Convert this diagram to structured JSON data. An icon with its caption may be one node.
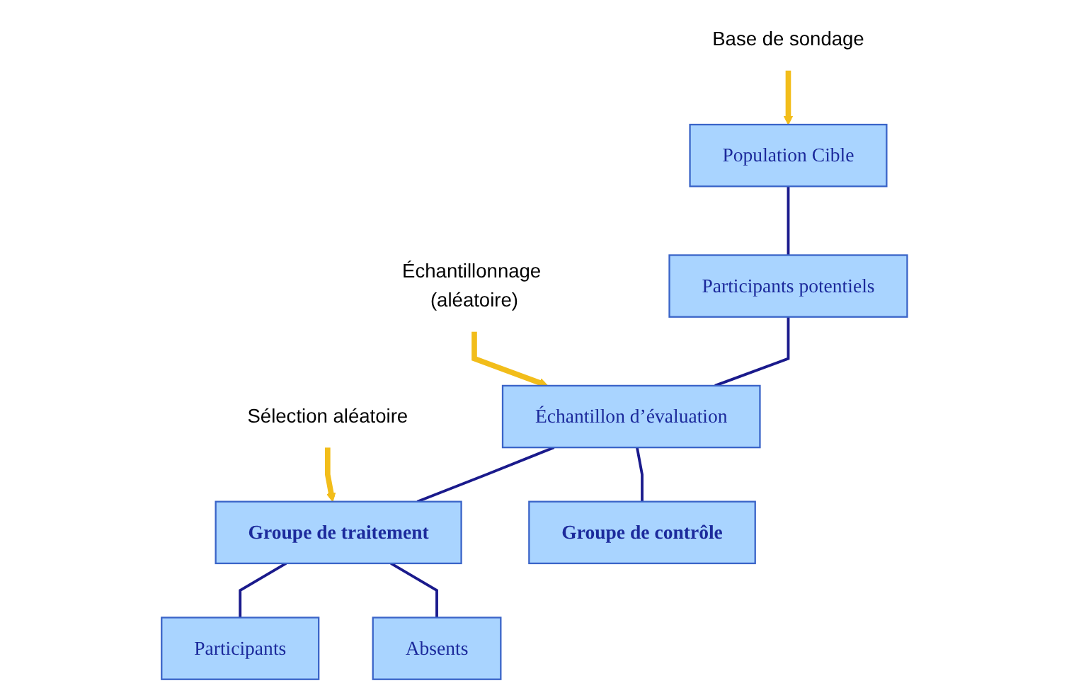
{
  "diagram": {
    "nodes": [
      {
        "text": [
          "Population Cible"
        ]
      },
      {
        "text": [
          "Participants potentiels"
        ]
      },
      {
        "text": [
          "Échantillon d’évaluation"
        ]
      },
      {
        "text": [
          "Groupe de traitement"
        ]
      },
      {
        "text": [
          "Groupe de contrôle"
        ]
      },
      {
        "text": [
          "Participants"
        ]
      },
      {
        "text": [
          "Absents"
        ]
      },
      {
        "text": [
          "Base de sondage"
        ]
      },
      {
        "text": [
          "Échantillonnage (aléatoire)"
        ]
      },
      {
        "text": [
          "Sélection aléatoire"
        ]
      }
    ],
    "edges": [
      {
        "from": 0,
        "to": 1,
        "arrow": "none"
      },
      {
        "from": 1,
        "to": 2,
        "arrow": "none"
      },
      {
        "from": 2,
        "to": 3,
        "arrow": "none"
      },
      {
        "from": 2,
        "to": 4,
        "arrow": "none"
      },
      {
        "from": 3,
        "to": 5,
        "arrow": "none"
      },
      {
        "from": 3,
        "to": 6,
        "arrow": "none"
      },
      {
        "from": 7,
        "to": 0,
        "arrow": "to",
        "style": "thick",
        "color": "#f2bd1a"
      },
      {
        "from": 8,
        "to": 2,
        "arrow": "to",
        "style": "thick",
        "color": "#f2bd1a"
      },
      {
        "from": 9,
        "to": 3,
        "arrow": "to",
        "style": "thick",
        "color": "#f2bd1a"
      }
    ]
  }
}
